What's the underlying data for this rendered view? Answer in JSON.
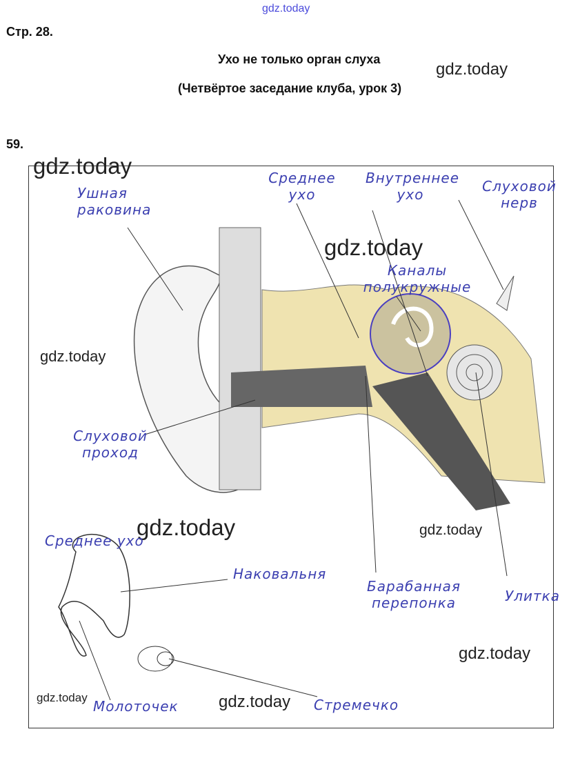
{
  "header": {
    "page_ref": "Стр. 28.",
    "title": "Ухо не только орган слуха",
    "subtitle": "(Четвёртое заседание клуба, урок 3)",
    "task_number": "59."
  },
  "watermark": "gdz.today",
  "labels": {
    "outer_ear": "Ушная раковина",
    "middle_ear_top": "Среднее ухо",
    "inner_ear": "Внутреннее ухо",
    "auditory_nerve": "Слуховой нерв",
    "semicircular_canals": "Каналы полукружные",
    "ear_canal": "Слуховой проход",
    "middle_ear_bottom": "Среднее ухо",
    "incus": "Наковальня",
    "eardrum": "Барабанная перепонка",
    "cochlea": "Улитка",
    "malleus": "Молоточек",
    "stapes": "Стремечко"
  },
  "colors": {
    "handwriting": "#3b3fb0",
    "bone": "#efe3b0"
  }
}
